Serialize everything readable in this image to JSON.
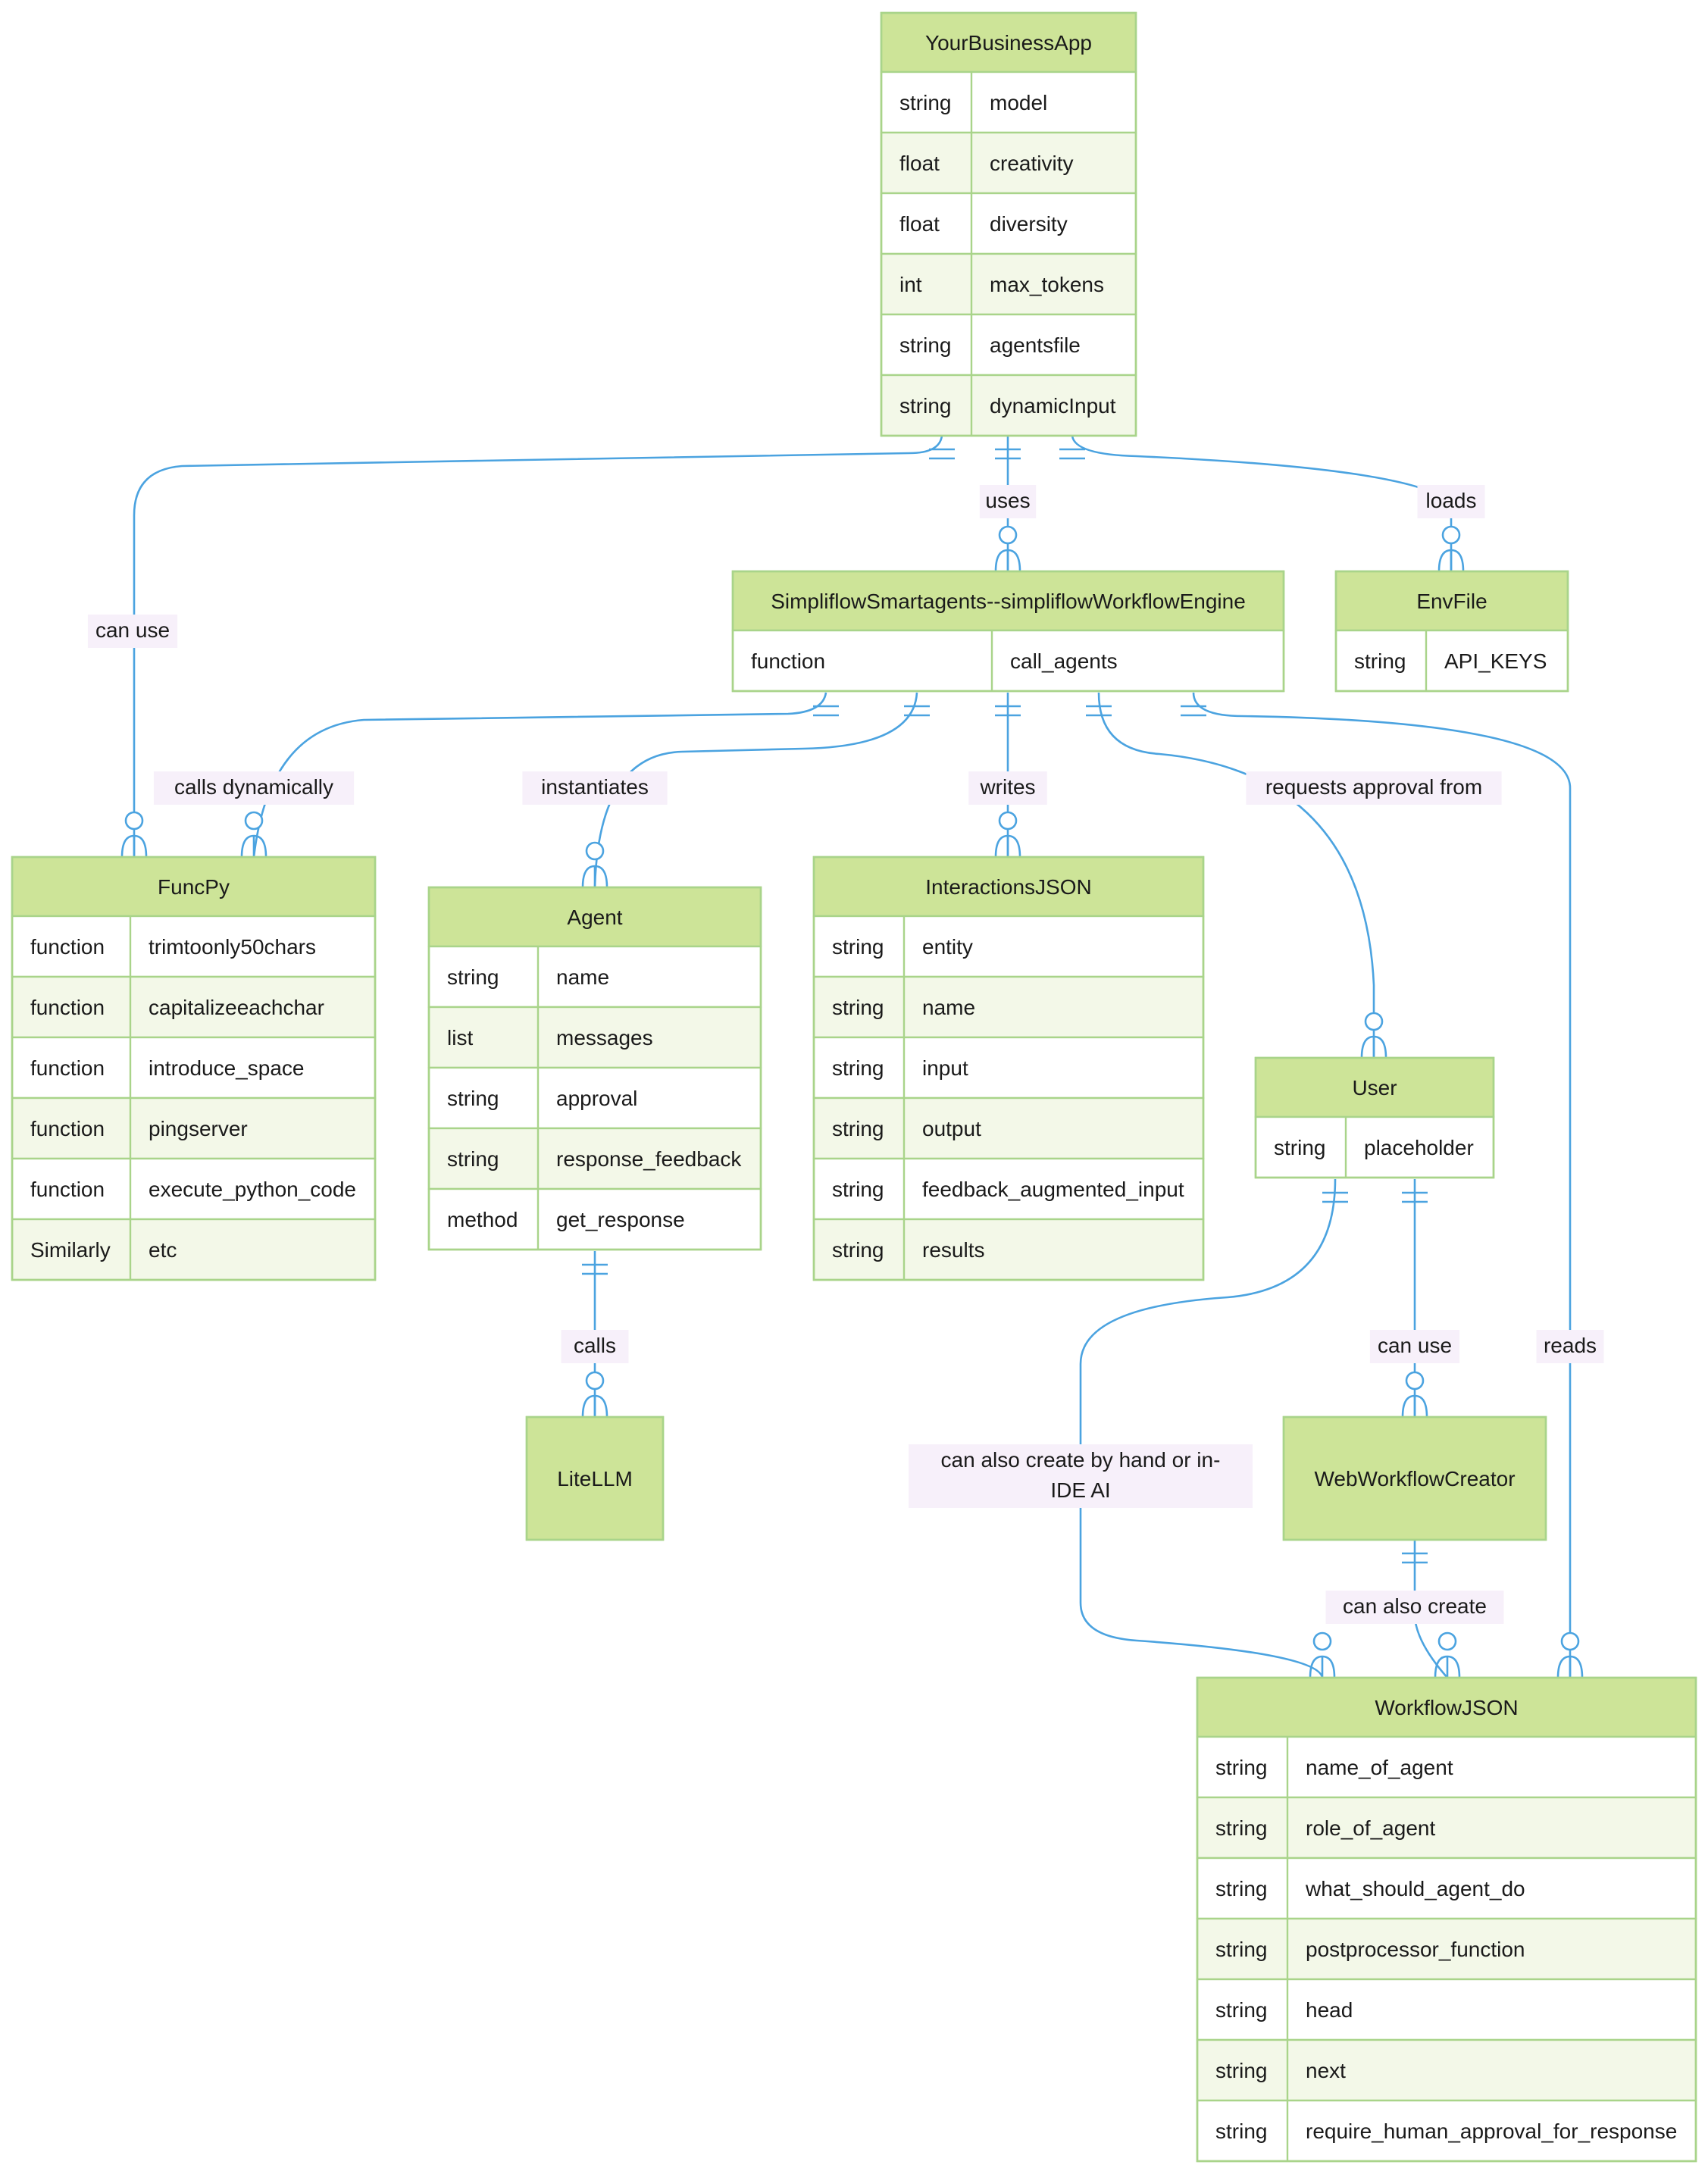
{
  "entities": [
    {
      "key": "yourbusinessapp",
      "title": "YourBusinessApp",
      "attrs": [
        [
          "string",
          "model"
        ],
        [
          "float",
          "creativity"
        ],
        [
          "float",
          "diversity"
        ],
        [
          "int",
          "max_tokens"
        ],
        [
          "string",
          "agentsfile"
        ],
        [
          "string",
          "dynamicInput"
        ]
      ]
    },
    {
      "key": "engine",
      "title": "SimpliflowSmartagents--simpliflowWorkflowEngine",
      "attrs": [
        [
          "function",
          "call_agents"
        ]
      ]
    },
    {
      "key": "envfile",
      "title": "EnvFile",
      "attrs": [
        [
          "string",
          "API_KEYS"
        ]
      ]
    },
    {
      "key": "funcpy",
      "title": "FuncPy",
      "attrs": [
        [
          "function",
          "trimtoonly50chars"
        ],
        [
          "function",
          "capitalizeeachchar"
        ],
        [
          "function",
          "introduce_space"
        ],
        [
          "function",
          "pingserver"
        ],
        [
          "function",
          "execute_python_code"
        ],
        [
          "Similarly",
          "etc"
        ]
      ]
    },
    {
      "key": "agent",
      "title": "Agent",
      "attrs": [
        [
          "string",
          "name"
        ],
        [
          "list",
          "messages"
        ],
        [
          "string",
          "approval"
        ],
        [
          "string",
          "response_feedback"
        ],
        [
          "method",
          "get_response"
        ]
      ]
    },
    {
      "key": "interactionsjson",
      "title": "InteractionsJSON",
      "attrs": [
        [
          "string",
          "entity"
        ],
        [
          "string",
          "name"
        ],
        [
          "string",
          "input"
        ],
        [
          "string",
          "output"
        ],
        [
          "string",
          "feedback_augmented_input"
        ],
        [
          "string",
          "results"
        ]
      ]
    },
    {
      "key": "user",
      "title": "User",
      "attrs": [
        [
          "string",
          "placeholder"
        ]
      ]
    },
    {
      "key": "litellm",
      "title": "LiteLLM",
      "attrs": []
    },
    {
      "key": "webworkflowcreator",
      "title": "WebWorkflowCreator",
      "attrs": []
    },
    {
      "key": "workflowjson",
      "title": "WorkflowJSON",
      "attrs": [
        [
          "string",
          "name_of_agent"
        ],
        [
          "string",
          "role_of_agent"
        ],
        [
          "string",
          "what_should_agent_do"
        ],
        [
          "string",
          "postprocessor_function"
        ],
        [
          "string",
          "head"
        ],
        [
          "string",
          "next"
        ],
        [
          "string",
          "require_human_approval_for_response"
        ]
      ]
    }
  ],
  "relationships": [
    {
      "key": "yba-engine",
      "label": "uses"
    },
    {
      "key": "yba-env",
      "label": "loads"
    },
    {
      "key": "yba-funcpy",
      "label": "can use"
    },
    {
      "key": "engine-funcpy",
      "label": "calls dynamically"
    },
    {
      "key": "engine-agent",
      "label": "instantiates"
    },
    {
      "key": "engine-interactions",
      "label": "writes"
    },
    {
      "key": "engine-user",
      "label": "requests approval from"
    },
    {
      "key": "engine-workflow",
      "label": "reads"
    },
    {
      "key": "agent-litellm",
      "label": "calls"
    },
    {
      "key": "user-webcreator",
      "label": "can use"
    },
    {
      "key": "user-workflow",
      "label": [
        "can also create by hand or in-",
        "IDE AI"
      ]
    },
    {
      "key": "webcreator-workflow",
      "label": "can also create"
    }
  ],
  "colors": {
    "header_fill": "#cde498",
    "row_odd": "#ffffff",
    "row_even": "#f3f8e8",
    "border": "#a9d48a",
    "edge": "#4ba3e0",
    "label_bg": "#f7f0fa"
  }
}
